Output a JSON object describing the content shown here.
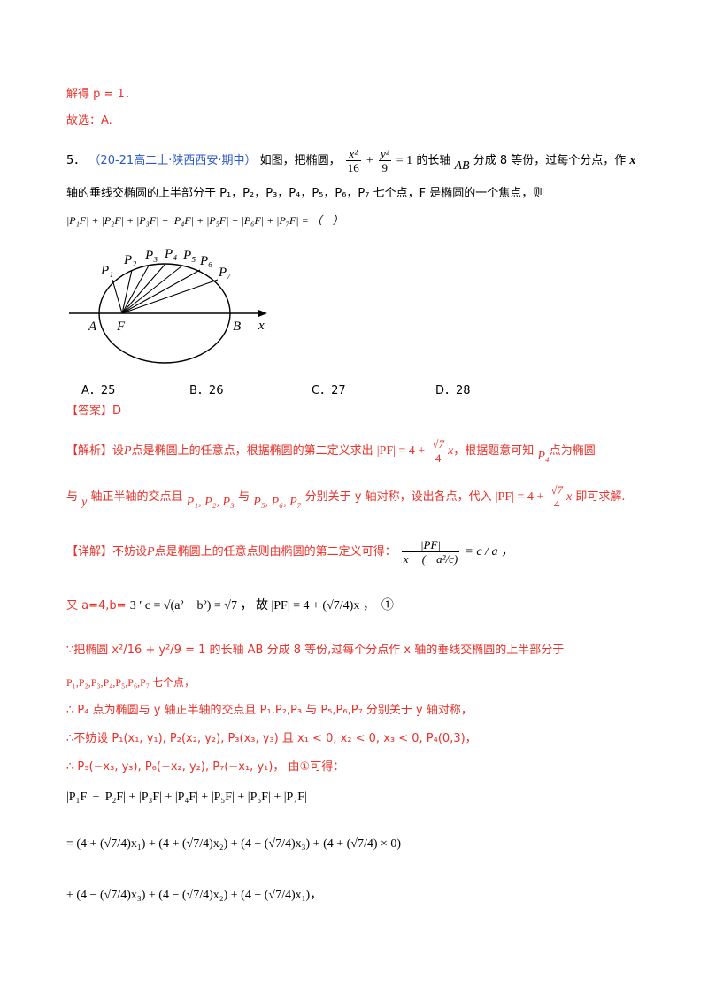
{
  "lines": {
    "l1": "解得 p = 1．",
    "l2": "故选：A.",
    "q_num": "5．",
    "q_source": "（20-21高二上·陕西西安·期中）",
    "q_text1a": "如图，把椭圆，",
    "q_text1b": "的长轴",
    "q_ab": "AB",
    "q_text1c": "分成 8 等份，过每个分点，作",
    "q_x": "x",
    "q_text2": "轴的垂线交椭圆的上半部分于 P₁，P₂，P₃，P₄，P₅，P₆，P₇ 七个点，F 是椭圆的一个焦点，则",
    "q_text3": "|P₁F| + |P₂F| + |P₃F| + |P₄F| + |P₅F| + |P₆F| + |P₇F| = （　）"
  },
  "eq_main": {
    "x2": "x²",
    "d16": "16",
    "y2": "y²",
    "d9": "9",
    "rhs": "= 1"
  },
  "diagram": {
    "labels": [
      "P₁",
      "P₂",
      "P₃",
      "P₄",
      "P₅",
      "P₆",
      "P₇",
      "A",
      "F",
      "B",
      "x"
    ]
  },
  "options": [
    "A．25",
    "B．26",
    "C．27",
    "D．28"
  ],
  "answer": "【答案】D",
  "analysis": {
    "p1a": "【解析】设",
    "p1b": "P",
    "p1c": "点是椭圆上的任意点，根据椭圆的第二定义求出",
    "p1d": "|PF| = 4 +",
    "p1e": "，根据题意可知",
    "p1f": "P₄",
    "p1g": "点为椭圆",
    "p2a": "与",
    "p2b": "y",
    "p2c": "轴正半轴的交点且",
    "p2d": "P₁, P₂, P₃",
    "p2e": "与",
    "p2f": "P₅, P₆, P₇",
    "p2g": "分别关于 y 轴对称，设出各点，代入",
    "p2h": "|PF| = 4 +",
    "p2i": "即可求解."
  },
  "detail": {
    "d1a": "【详解】不妨设",
    "d1b": "P",
    "d1c": "点是椭圆上的任意点则由椭圆的第二定义可得：",
    "d1frac_num": "|PF|",
    "d1frac_den": "x − (− a²/c)",
    "d1rhs": "= c / a ，",
    "d2a": "又 a=4,b=",
    "d2b": "3 ′ c = √(a² − b²) = √7 ， 故 |PF| = 4 + (√7/4)x ，　①",
    "d3": "∵把椭圆 x²/16 + y²/9 = 1 的长轴 AB 分成 8 等份,过每个分点作 x 轴的垂线交椭圆的上半部分于",
    "d4": "P₁,P₂,P₃,P₄,P₅,P₆,P₇ 七个点，",
    "d5": "∴ P₄ 点为椭圆与 y 轴正半轴的交点且 P₁,P₂,P₃ 与 P₅,P₆,P₇ 分别关于 y 轴对称，",
    "d6": "∴不妨设 P₁(x₁, y₁), P₂(x₂, y₂), P₃(x₃, y₃) 且 x₁ < 0, x₂ < 0, x₃ < 0, P₄(0,3)，",
    "d7": "∴ P₅(−x₃, y₃), P₆(−x₂, y₂), P₇(−x₁, y₁)， 由①可得：",
    "d8": "|P₁F| + |P₂F| + |P₃F| + |P₄F| + |P₅F| + |P₆F| + |P₇F|",
    "d9": "= (4 + (√7/4)x₁) + (4 + (√7/4)x₂) + (4 + (√7/4)x₃) + (4 + (√7/4) × 0)",
    "d10": "+ (4 − (√7/4)x₃) + (4 − (√7/4)x₂) + (4 − (√7/4)x₁)，"
  },
  "frac_parts": {
    "sqrt7": "√7",
    "four": "4"
  }
}
